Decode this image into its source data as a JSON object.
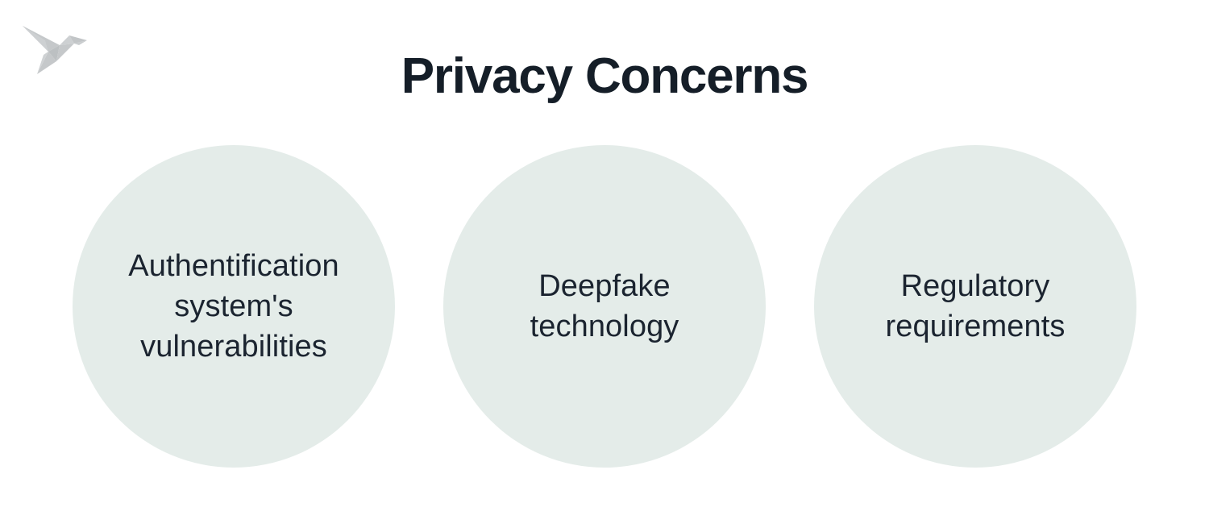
{
  "slide": {
    "title": "Privacy Concerns",
    "background_color": "#ffffff",
    "title_color": "#151e28"
  },
  "logo": {
    "name": "origami-bird-logo",
    "color": "#c5c8ca",
    "alt": "origami paper bird"
  },
  "circles": {
    "fill_color": "#e4ece9",
    "text_color": "#1b2430",
    "items": [
      {
        "label": "Authentification system's vulnerabilities"
      },
      {
        "label": "Deepfake technology"
      },
      {
        "label": "Regulatory requirements"
      }
    ]
  }
}
